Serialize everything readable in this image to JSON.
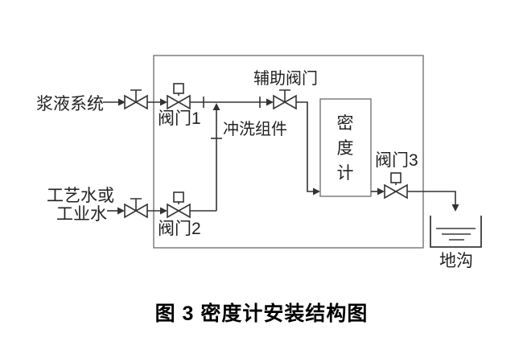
{
  "figure": {
    "caption": "图 3 密度计安装结构图"
  },
  "diagram": {
    "inputs": {
      "slurry_system": "浆液系统",
      "process_water_line1": "工艺水或",
      "process_water_line2": "工业水"
    },
    "valves": {
      "valve1": "阀门1",
      "valve2": "阀门2",
      "valve3": "阀门3",
      "auxiliary": "辅助阀门"
    },
    "components": {
      "flush_assembly": "冲洗组件",
      "density_meter": "密度计",
      "density_meter_chars": [
        "密",
        "度",
        "计"
      ],
      "drain": "地沟"
    },
    "colors": {
      "pipe": "#333333",
      "enclosure_border": "#757575",
      "label_text": "#222222",
      "caption_text": "#000000",
      "background": "#ffffff"
    }
  }
}
